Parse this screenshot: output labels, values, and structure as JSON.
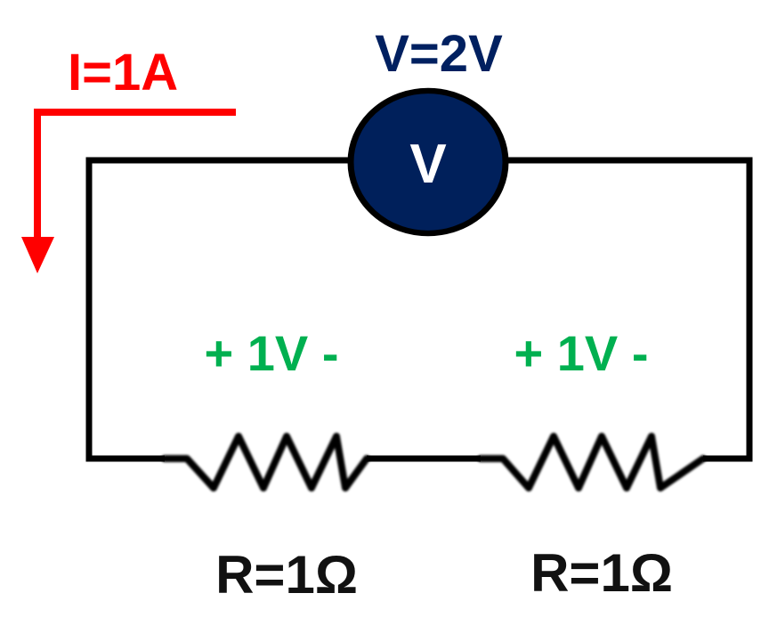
{
  "current": {
    "label": "I=1A",
    "color": "#ff0000"
  },
  "voltmeter": {
    "reading": "V=2V",
    "symbol": "V",
    "fill": "#00205b",
    "text_color": "#002060"
  },
  "resistors": [
    {
      "drop": "+ 1V -",
      "value": "R=1Ω"
    },
    {
      "drop": "+ 1V -",
      "value": "R=1Ω"
    }
  ],
  "colors": {
    "wire": "#000000",
    "drop": "#00b050",
    "value": "#111111"
  }
}
